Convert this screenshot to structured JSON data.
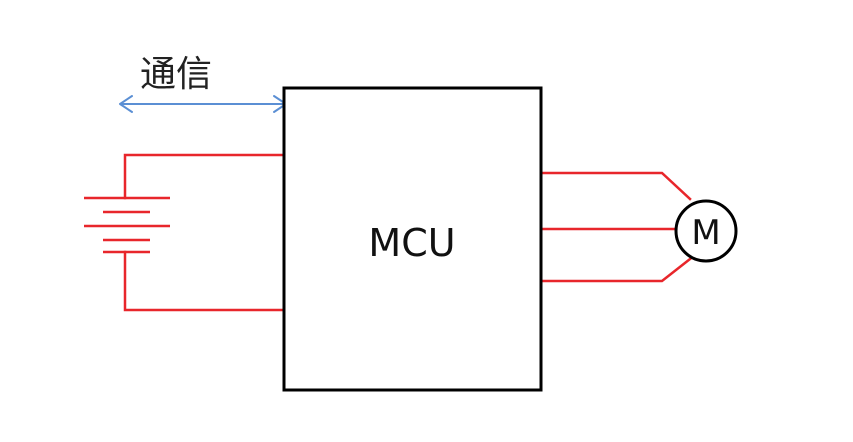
{
  "comm_label": "通信",
  "mcu_label": "MCU",
  "motor_label": "M",
  "colors": {
    "wire": "#e8262b",
    "comm_arrow": "#5b8fd4",
    "outline": "#000000",
    "background": "#ffffff"
  }
}
